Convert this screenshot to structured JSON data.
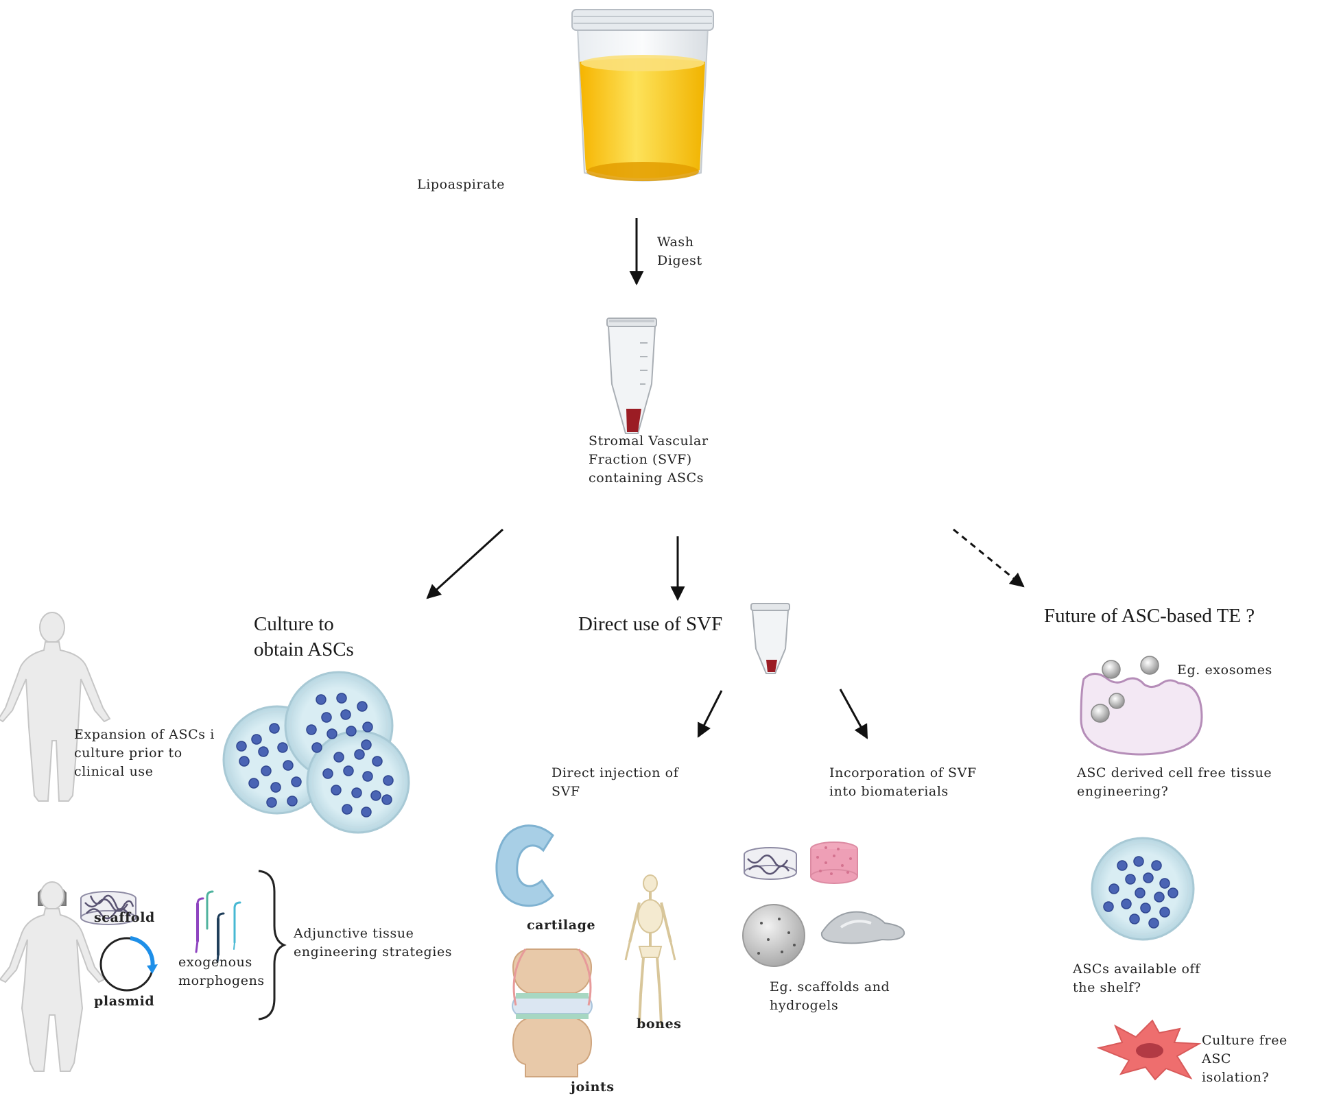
{
  "labels": {
    "lipoaspirate": "Lipoaspirate",
    "wash_digest": "Wash\nDigest",
    "svf": "Stromal Vascular\nFraction (SVF)\ncontaining ASCs",
    "expansion": "Expansion of ASCs i\nculture prior to\nclinical use",
    "scaffold": "scaffold",
    "plasmid": "plasmid",
    "morphogens": "exogenous\nmorphogens",
    "adjunctive": "Adjunctive tissue\nengineering strategies",
    "direct_injection": "Direct  injection of\nSVF",
    "incorporation": "Incorporation of SVF\ninto biomaterials",
    "cartilage": "cartilage",
    "bones": "bones",
    "joints": "joints",
    "eg_scaffolds": "Eg. scaffolds and\nhydrogels",
    "eg_exosomes": "Eg. exosomes",
    "cell_free": "ASC derived cell free tissue\nengineering?",
    "off_shelf": "ASCs available off\nthe shelf?",
    "culture_free": "Culture free ASC\nisolation?"
  },
  "headings": {
    "culture": "Culture to\nobtain ASCs",
    "direct_use": "Direct use of SVF",
    "future": "Future of ASC-based TE ?"
  },
  "colors": {
    "liquid": "#f7c21a",
    "dish": "#cfe7ef",
    "cell": "#4a64b4",
    "blood": "#9b1c24",
    "cartilage": "#a8cfe6",
    "fibroblast": "#ee6e6e",
    "exosome_cell": "#f3e8f4"
  }
}
